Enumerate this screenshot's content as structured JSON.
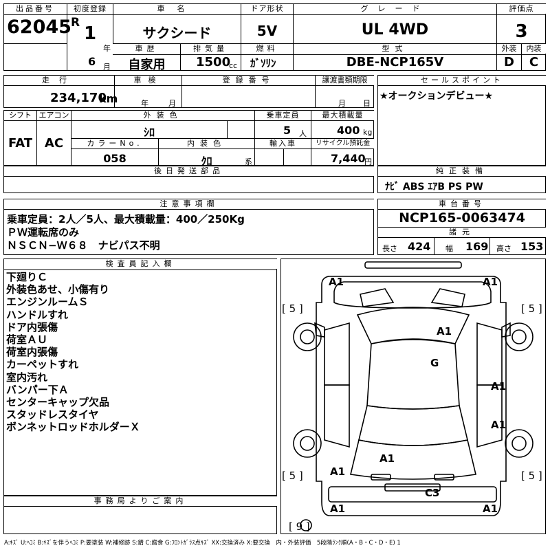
{
  "header": {
    "lot_no_label": "出品番号",
    "lot_no": "62045",
    "first_reg_label": "初度登録",
    "era": "R",
    "first_reg_year": "1",
    "year_unit": "年",
    "first_reg_month": "6",
    "month_unit": "月",
    "car_name_label": "車名",
    "car_name": "サクシード",
    "door_label": "ドア形状",
    "door": "5V",
    "grade_label": "グレード",
    "grade": "UL 4WD",
    "score_label": "評価点",
    "score": "3",
    "history_label": "車歴",
    "history": "自家用",
    "displacement_label": "排気量",
    "displacement": "1500",
    "displacement_unit": "cc",
    "fuel_label": "燃料",
    "fuel": "ｶﾞｿﾘﾝ",
    "model_label": "型式",
    "model": "DBE-NCP165V",
    "exterior_label": "外装",
    "exterior_grade": "D",
    "interior_label": "内装",
    "interior_grade": "C"
  },
  "row2": {
    "mileage_label": "走行",
    "mileage": "234,170",
    "mileage_unit": "km",
    "inspection_label": "車検",
    "inspection_year_unit": "年",
    "inspection_month_unit": "月",
    "reg_no_label": "登録番号",
    "transfer_label": "譲渡書類期限",
    "transfer_month_unit": "月",
    "transfer_day_unit": "日",
    "sales_point_label": "セールスポイント",
    "sales_point": "★オークションデビュー★"
  },
  "row3": {
    "shift_label": "シフト",
    "shift": "FAT",
    "ac_label": "エアコン",
    "ac": "AC",
    "ext_color_label": "外装色",
    "ext_color": "ｼﾛ",
    "capacity_label": "乗車定員",
    "capacity": "5",
    "capacity_unit": "人",
    "load_label": "最大積載量",
    "load": "400",
    "load_unit": "kg",
    "color_no_label": "カラーNo.",
    "color_no": "058",
    "int_color_label": "内装色",
    "int_color": "ｸﾛ",
    "int_color_unit": "系",
    "import_label": "輸入車",
    "recycle_label": "リサイクル預託金",
    "recycle": "7,440",
    "recycle_unit": "円",
    "later_parts_label": "後日発送部品",
    "equipment_label": "純正装備",
    "equipment": "ﾅﾋﾞ ABS ｴｱB PS PW"
  },
  "notice": {
    "label": "注意事項欄",
    "lines": [
      "乗車定員：2人／5人、最大積載量：400／250Kg",
      "ＰＷ運転席のみ",
      "ＮＳＣＮ−Ｗ６８　ナビパス不明"
    ]
  },
  "chassis": {
    "label": "車台番号",
    "number": "NCP165-0063474",
    "spec_label": "諸元",
    "length_label": "長さ",
    "length": "424",
    "width_label": "幅",
    "width": "169",
    "height_label": "高さ",
    "height": "153"
  },
  "inspector": {
    "label": "検査員記入欄",
    "items": [
      "下廻りＣ",
      "外装色あせ、小傷有り",
      "エンジンルームＳ",
      "ハンドルすれ",
      "ドア内張傷",
      "荷室ＡＵ",
      "荷室内張傷",
      "カーペットすれ",
      "室内汚れ",
      "バンパー下Ａ",
      "センターキャップ欠品",
      "スタッドレスタイヤ",
      "ボンネットロッドホルダーＸ"
    ]
  },
  "office": {
    "label": "事務局よりご案内"
  },
  "diagram": {
    "marks": [
      "A1",
      "A1",
      "A1",
      "G",
      "A1",
      "A1",
      "A1",
      "C3",
      "A1",
      "A1"
    ],
    "tire_marks": [
      "[ 5 ]",
      "[ 5 ]",
      "[ 5 ]",
      "[ 5 ]",
      "[ 9 ]"
    ]
  },
  "legend": "A:ｷｽﾞ U:ﾍｺﾐ B:ｷｽﾞを伴うﾍｺﾐ P:要塗装 W:補修跡 S:錆 C:腐食 G:ﾌﾛﾝﾄｶﾞﾗｽ点ｷｽﾞ XX:交換済み X:要交換　内・外装評価　5段階ﾗﾝｸ順(A・B・C・D・E) 1"
}
